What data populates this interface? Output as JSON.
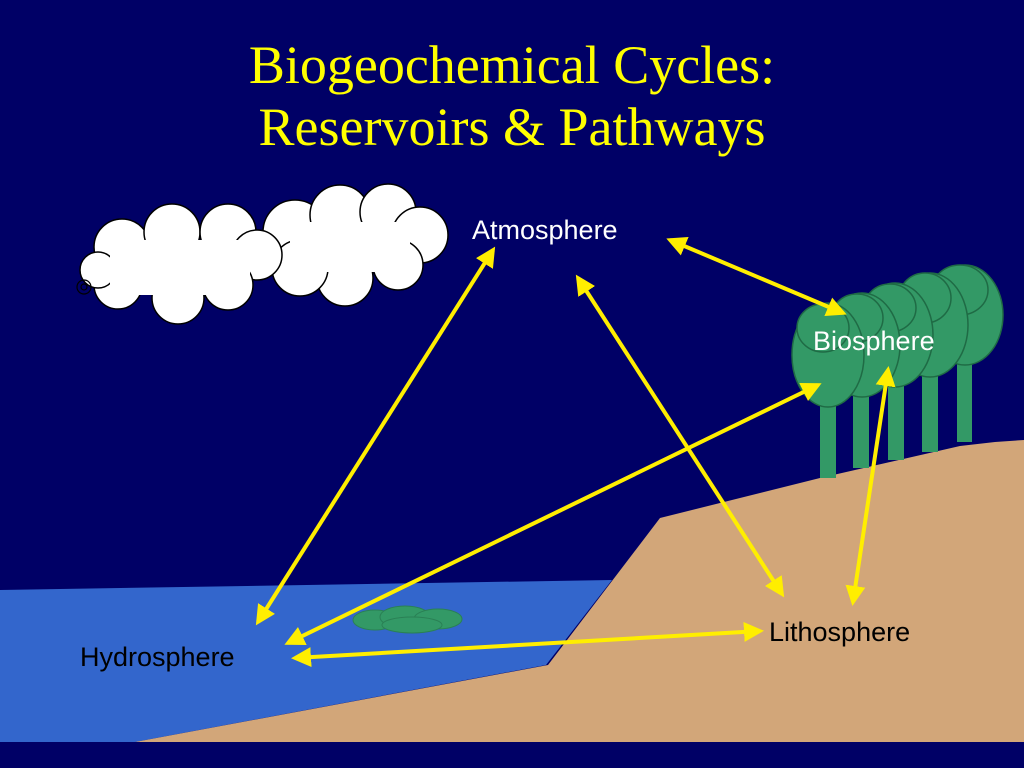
{
  "slide": {
    "title_line1": "Biogeochemical Cycles:",
    "title_line2": "Reservoirs & Pathways",
    "background_color": "#000066",
    "title_color": "#FFFF00"
  },
  "reservoirs": {
    "atmosphere": "Atmosphere",
    "biosphere": "Biosphere",
    "lithosphere": "Lithosphere",
    "hydrosphere": "Hydrosphere"
  },
  "pathways": [
    {
      "from": "Atmosphere",
      "to": "Biosphere"
    },
    {
      "from": "Atmosphere",
      "to": "Hydrosphere"
    },
    {
      "from": "Atmosphere",
      "to": "Lithosphere"
    },
    {
      "from": "Hydrosphere",
      "to": "Biosphere"
    },
    {
      "from": "Hydrosphere",
      "to": "Lithosphere"
    },
    {
      "from": "Biosphere",
      "to": "Lithosphere"
    }
  ],
  "colors": {
    "arrow": "#FFEE00",
    "water": "#3366CC",
    "land": "#D2A679",
    "tree_foliage": "#339966",
    "cloud": "#FFFFFF"
  }
}
